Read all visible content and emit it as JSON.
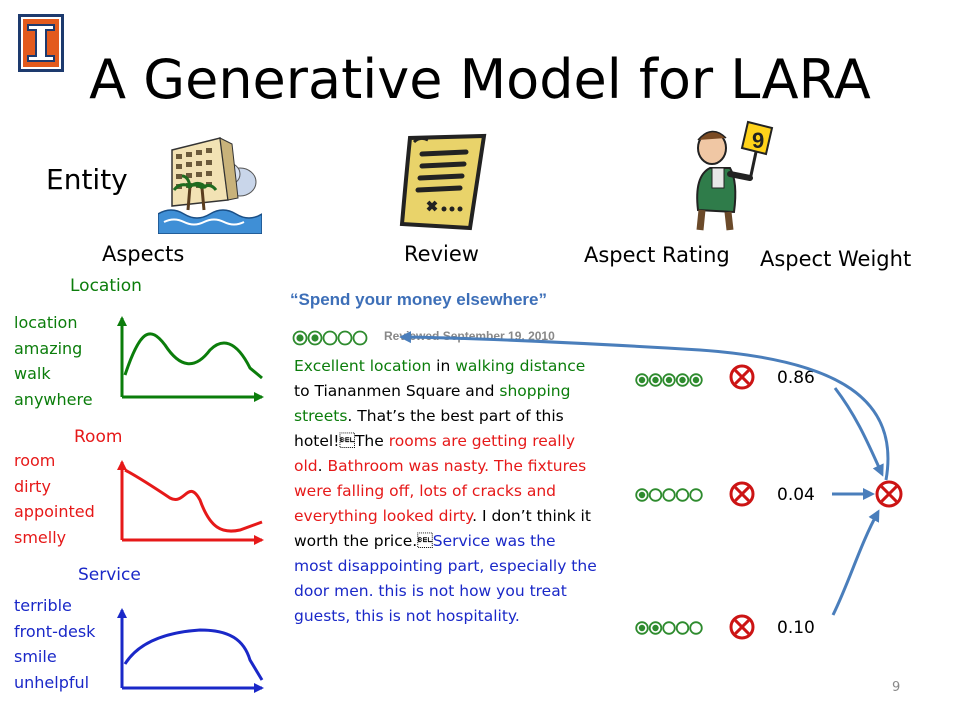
{
  "slide": {
    "title": "A Generative Model for LARA",
    "entity_label": "Entity",
    "page_number": "9"
  },
  "headers": {
    "aspects": "Aspects",
    "review": "Review",
    "aspect_rating": "Aspect Rating",
    "aspect_weight": "Aspect Weight"
  },
  "aspects": [
    {
      "name": "Location",
      "words": [
        "location",
        "amazing",
        "walk",
        "anywhere"
      ],
      "color": "#0b7d0b"
    },
    {
      "name": "Room",
      "words": [
        "room",
        "dirty",
        "appointed",
        "smelly"
      ],
      "color": "#e61919"
    },
    {
      "name": "Service",
      "words": [
        "terrible",
        "front-desk",
        "smile",
        "unhelpful"
      ],
      "color": "#1a28c8"
    }
  ],
  "review": {
    "title": "“Spend your money elsewhere”",
    "date_text": "Reviewed September 19, 2010",
    "overall_rating_of_5": 2,
    "segments": [
      {
        "text": "Excellent location",
        "color": "#0b7d0b"
      },
      {
        "text": " in ",
        "color": "#000000"
      },
      {
        "text": "walking distance",
        "color": "#0b7d0b"
      },
      {
        "text": " to Tiananmen Square and ",
        "color": "#000000"
      },
      {
        "text": "shopping streets",
        "color": "#0b7d0b"
      },
      {
        "text": ". That’s the best part of this hotel!\u0007The ",
        "color": "#000000"
      },
      {
        "text": "rooms are getting really old",
        "color": "#e61919"
      },
      {
        "text": ". ",
        "color": "#000000"
      },
      {
        "text": "Bathroom was nasty. The fixtures were falling off, lots of cracks and everything looked dirty",
        "color": "#e61919"
      },
      {
        "text": ". I don’t think it worth the price.\u0007",
        "color": "#000000"
      },
      {
        "text": "Service was the most disappointing part, especially the door men. this is not how you treat guests, this is not hospitality.",
        "color": "#1a28c8"
      }
    ]
  },
  "aspect_ratings": [
    {
      "aspect": "Location",
      "rating_of_5": 5,
      "weight": "0.86"
    },
    {
      "aspect": "Room",
      "rating_of_5": 1,
      "weight": "0.04"
    },
    {
      "aspect": "Service",
      "rating_of_5": 2,
      "weight": "0.10"
    }
  ],
  "colors": {
    "location": "#0b7d0b",
    "room": "#e61919",
    "service": "#1a28c8",
    "arrow": "#4a7ebb",
    "otimes": "#cc1414",
    "rating_circle": "#2e8b2e"
  }
}
